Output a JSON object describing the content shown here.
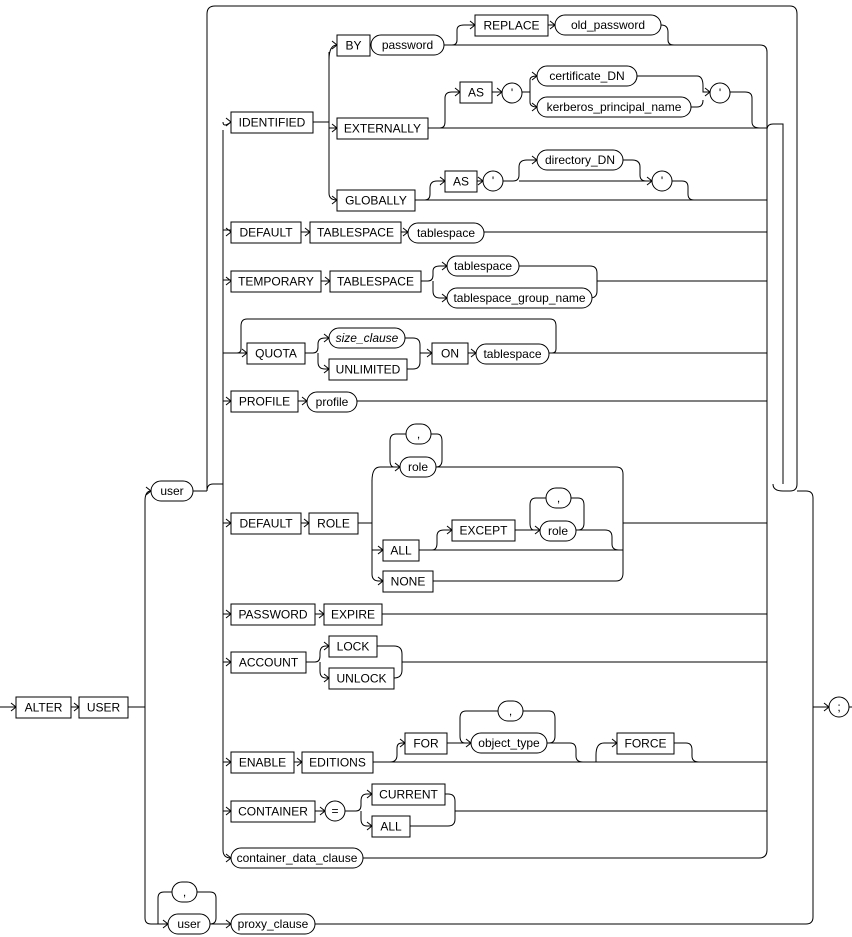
{
  "statement": {
    "start": [
      {
        "id": "ALTER",
        "text": "ALTER",
        "kind": "keyword"
      },
      {
        "id": "USER",
        "text": "USER",
        "kind": "keyword"
      },
      {
        "id": "user",
        "text": "user",
        "kind": "variable"
      },
      {
        "id": "semicolon",
        "text": ";",
        "kind": "symbol"
      }
    ],
    "identified_clause": [
      {
        "id": "IDENTIFIED",
        "text": "IDENTIFIED",
        "kind": "keyword"
      },
      {
        "id": "BY",
        "text": "BY",
        "kind": "keyword"
      },
      {
        "id": "password",
        "text": "password",
        "kind": "variable"
      },
      {
        "id": "REPLACE",
        "text": "REPLACE",
        "kind": "keyword"
      },
      {
        "id": "old_password",
        "text": "old_password",
        "kind": "variable"
      },
      {
        "id": "EXTERNALLY",
        "text": "EXTERNALLY",
        "kind": "keyword"
      },
      {
        "id": "AS1",
        "text": "AS",
        "kind": "keyword"
      },
      {
        "id": "q1",
        "text": "'",
        "kind": "symbol"
      },
      {
        "id": "certificate_DN",
        "text": "certificate_DN",
        "kind": "variable"
      },
      {
        "id": "kerberos_principal_name",
        "text": "kerberos_principal_name",
        "kind": "variable"
      },
      {
        "id": "q2",
        "text": "'",
        "kind": "symbol"
      },
      {
        "id": "GLOBALLY",
        "text": "GLOBALLY",
        "kind": "keyword"
      },
      {
        "id": "AS2",
        "text": "AS",
        "kind": "keyword"
      },
      {
        "id": "q3",
        "text": "'",
        "kind": "symbol"
      },
      {
        "id": "directory_DN",
        "text": "directory_DN",
        "kind": "variable"
      },
      {
        "id": "q4",
        "text": "'",
        "kind": "symbol"
      }
    ],
    "tablespace_clauses": [
      {
        "id": "DEFAULT1",
        "text": "DEFAULT",
        "kind": "keyword"
      },
      {
        "id": "TABLESPACE1",
        "text": "TABLESPACE",
        "kind": "keyword"
      },
      {
        "id": "tablespace1",
        "text": "tablespace",
        "kind": "variable"
      },
      {
        "id": "TEMPORARY",
        "text": "TEMPORARY",
        "kind": "keyword"
      },
      {
        "id": "TABLESPACE2",
        "text": "TABLESPACE",
        "kind": "keyword"
      },
      {
        "id": "tablespace2",
        "text": "tablespace",
        "kind": "variable"
      },
      {
        "id": "tablespace_group_name",
        "text": "tablespace_group_name",
        "kind": "variable"
      },
      {
        "id": "QUOTA",
        "text": "QUOTA",
        "kind": "keyword"
      },
      {
        "id": "size_clause",
        "text": "size_clause",
        "kind": "variable-italic"
      },
      {
        "id": "UNLIMITED",
        "text": "UNLIMITED",
        "kind": "keyword"
      },
      {
        "id": "ON",
        "text": "ON",
        "kind": "keyword"
      },
      {
        "id": "tablespace3",
        "text": "tablespace",
        "kind": "variable"
      }
    ],
    "profile_clause": [
      {
        "id": "PROFILE",
        "text": "PROFILE",
        "kind": "keyword"
      },
      {
        "id": "profile",
        "text": "profile",
        "kind": "variable"
      }
    ],
    "default_role_clause": [
      {
        "id": "comma1",
        "text": ",",
        "kind": "symbol"
      },
      {
        "id": "role1",
        "text": "role",
        "kind": "variable"
      },
      {
        "id": "DEFAULT2",
        "text": "DEFAULT",
        "kind": "keyword"
      },
      {
        "id": "ROLE",
        "text": "ROLE",
        "kind": "keyword"
      },
      {
        "id": "comma2",
        "text": ",",
        "kind": "symbol"
      },
      {
        "id": "ALL1",
        "text": "ALL",
        "kind": "keyword"
      },
      {
        "id": "EXCEPT",
        "text": "EXCEPT",
        "kind": "keyword"
      },
      {
        "id": "role2",
        "text": "role",
        "kind": "variable"
      },
      {
        "id": "NONE",
        "text": "NONE",
        "kind": "keyword"
      }
    ],
    "password_account_clauses": [
      {
        "id": "PASSWORD",
        "text": "PASSWORD",
        "kind": "keyword"
      },
      {
        "id": "EXPIRE",
        "text": "EXPIRE",
        "kind": "keyword"
      },
      {
        "id": "ACCOUNT",
        "text": "ACCOUNT",
        "kind": "keyword"
      },
      {
        "id": "LOCK",
        "text": "LOCK",
        "kind": "keyword"
      },
      {
        "id": "UNLOCK",
        "text": "UNLOCK",
        "kind": "keyword"
      }
    ],
    "editions_clause": [
      {
        "id": "ENABLE",
        "text": "ENABLE",
        "kind": "keyword"
      },
      {
        "id": "EDITIONS",
        "text": "EDITIONS",
        "kind": "keyword"
      },
      {
        "id": "comma3",
        "text": ",",
        "kind": "symbol"
      },
      {
        "id": "FOR",
        "text": "FOR",
        "kind": "keyword"
      },
      {
        "id": "object_type",
        "text": "object_type",
        "kind": "variable"
      },
      {
        "id": "FORCE",
        "text": "FORCE",
        "kind": "keyword"
      }
    ],
    "container_clauses": [
      {
        "id": "CONTAINER",
        "text": "CONTAINER",
        "kind": "keyword"
      },
      {
        "id": "equals",
        "text": "=",
        "kind": "symbol"
      },
      {
        "id": "CURRENT",
        "text": "CURRENT",
        "kind": "keyword"
      },
      {
        "id": "ALL2",
        "text": "ALL",
        "kind": "keyword"
      },
      {
        "id": "container_data_clause",
        "text": "container_data_clause",
        "kind": "variable"
      }
    ],
    "proxy_path": [
      {
        "id": "comma4",
        "text": ",",
        "kind": "symbol"
      },
      {
        "id": "user2",
        "text": "user",
        "kind": "variable"
      },
      {
        "id": "proxy_clause",
        "text": "proxy_clause",
        "kind": "variable"
      }
    ]
  }
}
